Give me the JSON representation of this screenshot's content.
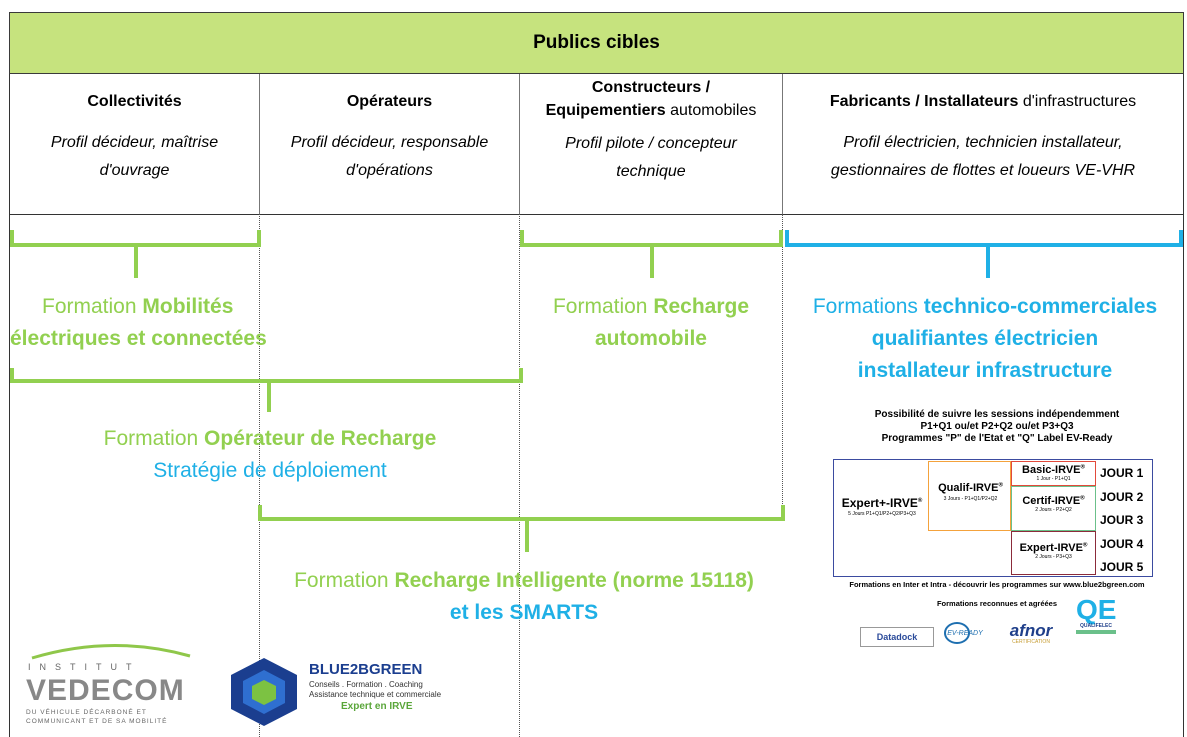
{
  "header": {
    "title": "Publics cibles"
  },
  "columns": [
    {
      "title_bold": "Collectivités",
      "title_rest": "",
      "profile": "Profil décideur, maîtrise d'ouvrage"
    },
    {
      "title_bold": "Opérateurs",
      "title_rest": "",
      "profile": "Profil décideur, responsable d'opérations"
    },
    {
      "title_bold_line1": "Constructeurs /",
      "title_bold_line2": "Equipementiers",
      "title_rest": " automobiles",
      "profile": "Profil pilote / concepteur technique"
    },
    {
      "title_bold": "Fabricants / Installateurs",
      "title_rest": " d'infrastructures",
      "profile": "Profil électricien, technicien installateur, gestionnaires de flottes et loueurs VE-VHR"
    }
  ],
  "formations": {
    "mobilites": {
      "w1": "Formation ",
      "b1": "Mobilités",
      "b2": "électriques et connectées"
    },
    "recharge_auto": {
      "w1": "Formation ",
      "b1": "Recharge",
      "b2": "automobile"
    },
    "technico": {
      "w1": "Formations ",
      "b1": "technico-commerciales",
      "b2": "qualifiantes électricien",
      "b3": "installateur infrastructure"
    },
    "operateur": {
      "w1": "Formation ",
      "b1": "Opérateur de Recharge",
      "l2": "Stratégie de déploiement"
    },
    "intelligente": {
      "w1": "Formation ",
      "b1": "Recharge Intelligente (norme 15118)",
      "l2a": "et les ",
      "l2b": "SMARTS"
    }
  },
  "irve": {
    "intro1": "Possibilité de suivre les sessions indépendemment",
    "intro2": "P1+Q1 ou/et P2+Q2 ou/et P3+Q3",
    "intro3": "Programmes \"P\" de l'Etat et \"Q\" Label EV-Ready",
    "expertplus": "Expert+-IRVE",
    "expertplus_sub": "5 Jours P1+Q1/P2+Q2/P3+Q3",
    "qualif": "Qualif-IRVE",
    "qualif_sub": "3 Jours - P1+Q1/P2+Q2",
    "basic": "Basic-IRVE",
    "basic_sub": "1 Jour - P1+Q1",
    "certif": "Certif-IRVE",
    "certif_sub": "2 Jours - P2+Q2",
    "expert": "Expert-IRVE",
    "expert_sub": "2 Jours - P3+Q3",
    "jours": [
      "JOUR 1",
      "JOUR 2",
      "JOUR 3",
      "JOUR 4",
      "JOUR 5"
    ],
    "footer1": "Formations en Inter et Intra - découvrir les programmes sur www.blue2bgreen.com",
    "footer2": "Formations reconnues et agréées",
    "logos": [
      "Datadock",
      "EV-READY",
      "afnor",
      "CERTIFICATION",
      "QUALIFELEC"
    ]
  },
  "logos": {
    "vedecom_top": "INSTITUT",
    "vedecom_name": "VEDECOM",
    "vedecom_sub1": "DU VÉHICULE DÉCARBONÉ ET",
    "vedecom_sub2": "COMMUNICANT ET DE SA MOBILITÉ",
    "b2b_name": "BLUE2BGREEN",
    "b2b_line1": "Conseils . Formation . Coaching",
    "b2b_line2": "Assistance technique et commerciale",
    "b2b_line3": "Expert en IRVE"
  },
  "colors": {
    "header_bg": "#c6e37e",
    "green": "#92d050",
    "blue": "#1fb0e6"
  }
}
